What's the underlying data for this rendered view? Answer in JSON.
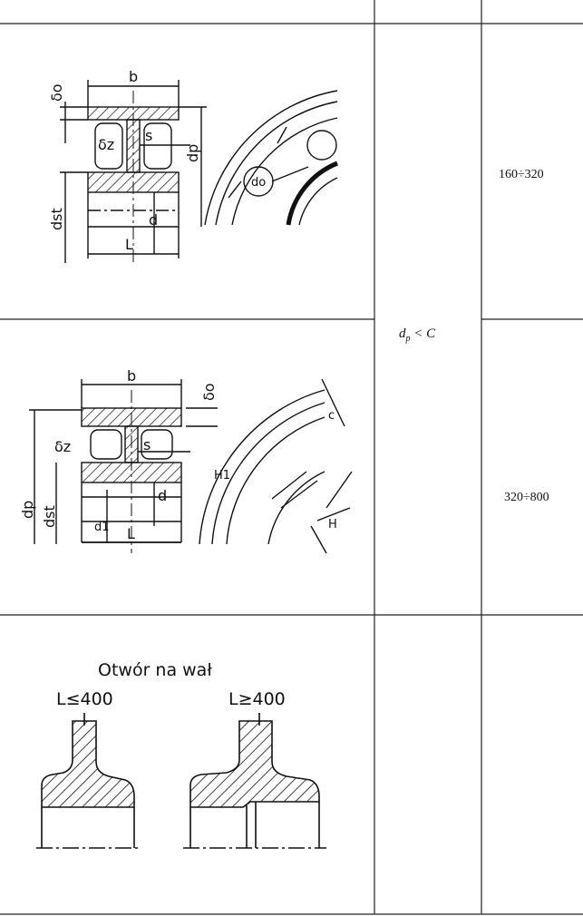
{
  "table": {
    "rows": [
      {
        "labels": {
          "b": "b",
          "delta_o": "δo",
          "delta_z": "δz",
          "s": "s",
          "d_p": "dp",
          "d_st": "dst",
          "d": "d",
          "L": "L",
          "d_o": "do"
        },
        "range": "160÷320"
      },
      {
        "labels": {
          "b": "b",
          "delta_o": "δo",
          "delta_z": "δz",
          "s": "s",
          "d_p": "dp",
          "d_st": "dst",
          "d": "d",
          "d1": "d1",
          "L": "L",
          "c": "c",
          "H1": "H1",
          "H": "H"
        },
        "range": "320÷800"
      },
      {
        "title": "Otwór na wał",
        "left_caption": "L≤400",
        "right_caption": "L≥400"
      }
    ],
    "condition": {
      "base": "d",
      "sub": "p",
      "rest": " < C"
    }
  }
}
